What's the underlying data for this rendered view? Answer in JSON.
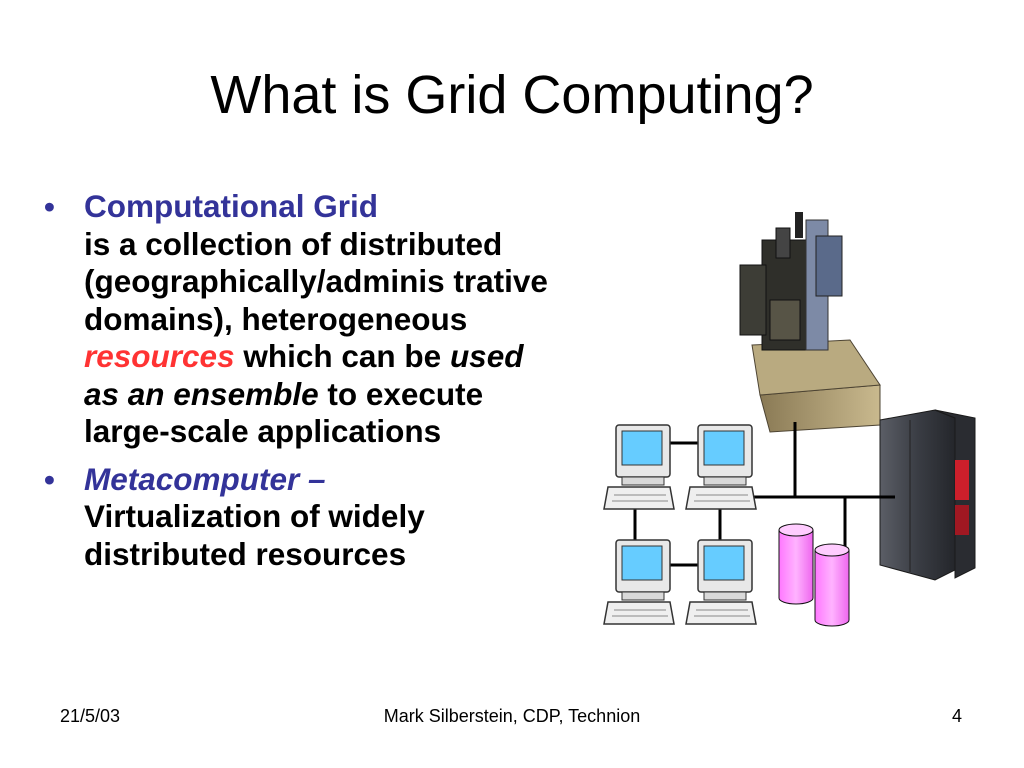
{
  "slide": {
    "title": "What is Grid Computing?",
    "bullets": [
      {
        "term": "Computational Grid",
        "text_1": "is a collection of distributed (geographically/adminis trative domains), heterogeneous",
        "highlight": "resources",
        "text_2": " which can be",
        "emphasis": "used as an ensemble",
        "text_3": " to execute large-scale applications"
      },
      {
        "term": "Metacomputer –",
        "text": "Virtualization of widely distributed resources"
      }
    ],
    "bullet_glyph": "•"
  },
  "footer": {
    "date": "21/5/03",
    "center": "Mark Silberstein, CDP, Technion",
    "page": "4"
  },
  "colors": {
    "bullet_blue": "#333399",
    "highlight_red": "#ff3333",
    "storage_pink": "#ff99ff",
    "screen_cyan": "#66ccff"
  },
  "icons": [
    "workstation-icon",
    "database-cylinder-icon",
    "supercomputer-icon",
    "rack-server-icon"
  ]
}
